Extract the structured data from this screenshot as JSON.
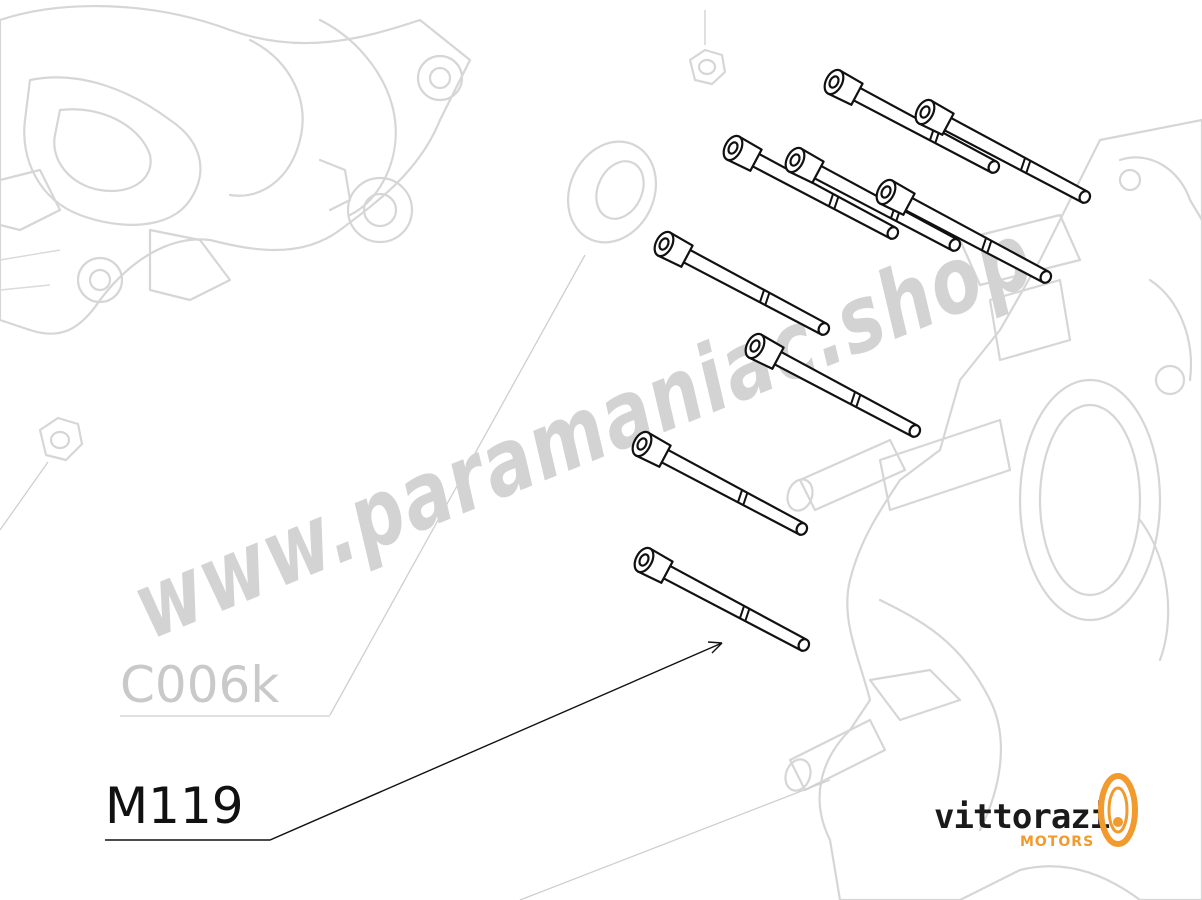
{
  "diagram": {
    "labels": {
      "part_primary": "M119",
      "part_secondary": "C006k"
    },
    "watermark": "www.paramaniac.shop",
    "brand": {
      "name": "vittorazi",
      "subtitle": "MOTORS",
      "accent_color": "#f29a2e"
    },
    "colors": {
      "ink": "#111111",
      "ghost": "#d6d6d6"
    }
  }
}
